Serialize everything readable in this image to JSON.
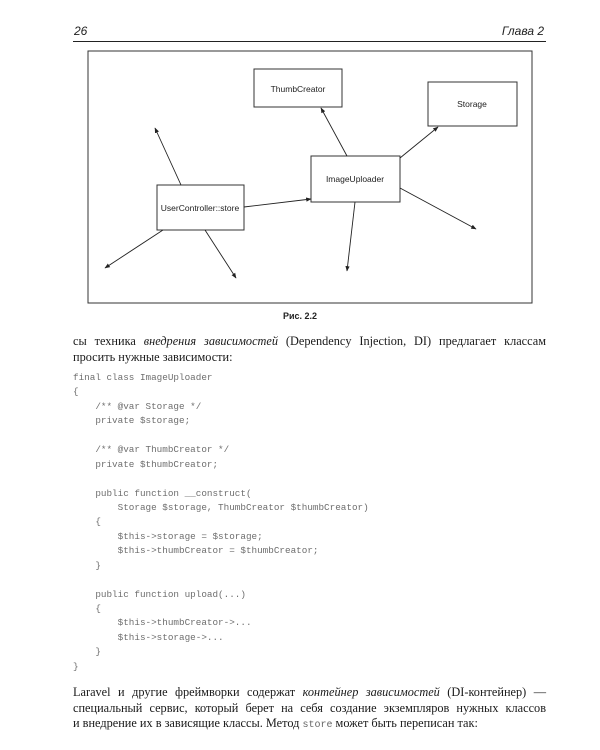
{
  "header": {
    "page_number": "26",
    "chapter": "Глава 2"
  },
  "figure": {
    "nodes": {
      "thumb_creator": "ThumbCreator",
      "storage": "Storage",
      "image_uploader": "ImageUploader",
      "user_controller": "UserController::store"
    },
    "caption": "Рис. 2.2"
  },
  "paragraph1": {
    "line1_a": "сы техника ",
    "line1_em": "внедрения зависимостей",
    "line1_b": " (Dependency Injection, DI) предлагает классам",
    "line2": "просить нужные зависимости:"
  },
  "code_lines": [
    "final class ImageUploader",
    "{",
    "    /** @var Storage */",
    "    private $storage;",
    "",
    "    /** @var ThumbCreator */",
    "    private $thumbCreator;",
    "",
    "    public function __construct(",
    "        Storage $storage, ThumbCreator $thumbCreator)",
    "    {",
    "        $this->storage = $storage;",
    "        $this->thumbCreator = $thumbCreator;",
    "    }",
    "",
    "    public function upload(...)",
    "    {",
    "        $this->thumbCreator->...",
    "        $this->storage->...",
    "    }",
    "}"
  ],
  "paragraph2": {
    "line1_a": "Laravel и другие фреймворки содержат ",
    "line1_em": "контейнер зависимостей",
    "line1_b": " (DI-контейнер) —",
    "line2": "специальный сервис, который берет на себя создание экземпляров нужных классов",
    "line3_a": "и внедрение их в зависящие классы. Метод ",
    "line3_code": "store",
    "line3_b": " может быть переписан так:"
  }
}
